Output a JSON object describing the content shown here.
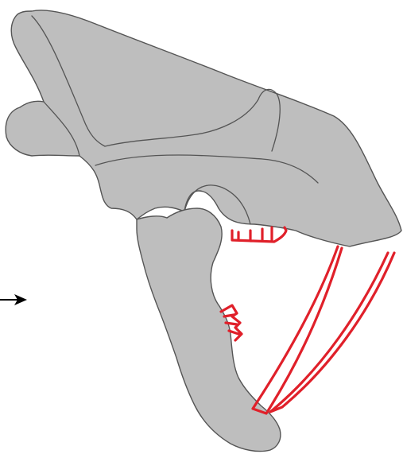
{
  "figure": {
    "subject": "skull-lateral-view",
    "colors": {
      "bone_fill": "#bebebe",
      "bone_outline": "#555555",
      "highlight": "#e0202a",
      "arrow": "#000000",
      "background": "#ffffff"
    },
    "elements": {
      "cranium": "cranium",
      "mandible": "mandible",
      "upper_teeth": "upper-teeth-highlight",
      "lower_teeth": "lower-teeth-highlight",
      "canine_front": "upper-canine-front",
      "canine_back": "upper-canine-back",
      "pointer": "arrow-icon"
    }
  }
}
